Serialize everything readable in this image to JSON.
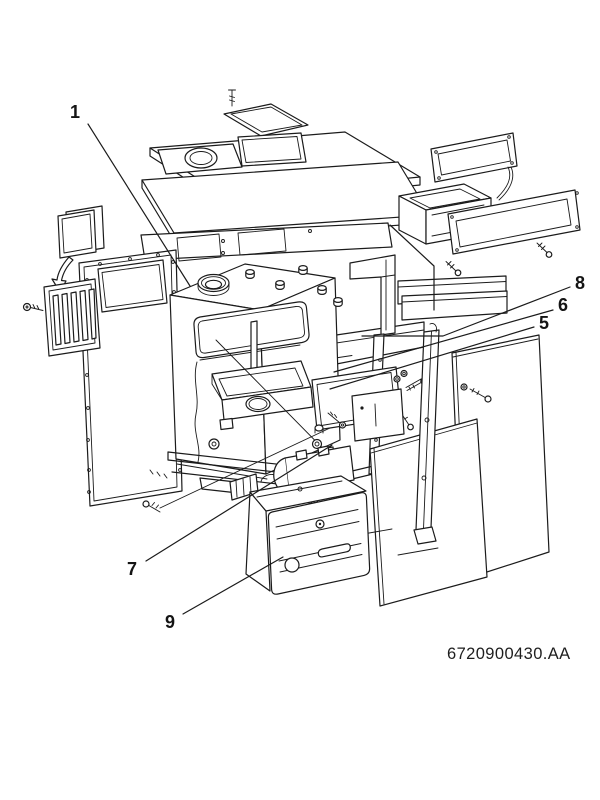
{
  "figure": {
    "kind": "exploded-parts-diagram",
    "subject": "Boiler casing, burner and control assembly exploded view",
    "document_number": "6720900430.AA",
    "callouts": [
      {
        "id": "callout-1",
        "label": "1"
      },
      {
        "id": "callout-5",
        "label": "5"
      },
      {
        "id": "callout-6",
        "label": "6"
      },
      {
        "id": "callout-7",
        "label": "7"
      },
      {
        "id": "callout-8",
        "label": "8"
      },
      {
        "id": "callout-9",
        "label": "9"
      }
    ],
    "colors": {
      "line": "#1b1b1b",
      "background": "#ffffff",
      "label_text": "#141414"
    }
  }
}
